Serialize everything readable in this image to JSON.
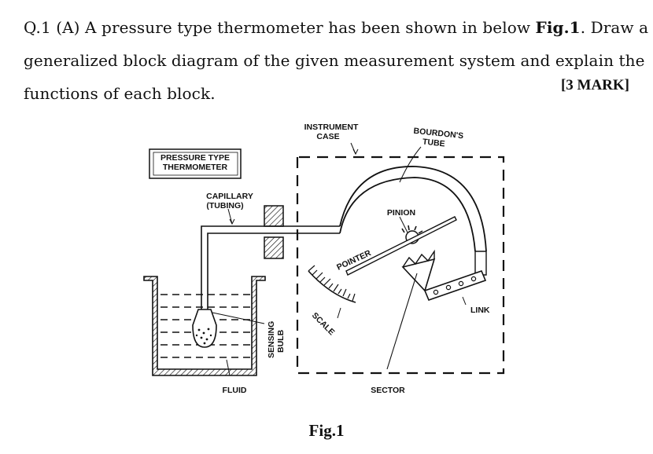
{
  "question": {
    "prefix": "Q.1 (A) A pressure type thermometer has been shown in below ",
    "fig_ref": "Fig.1",
    "line1_rest": ". Draw a",
    "line2": "generalized block diagram of the given measurement system and explain the",
    "line3": "functions of each block.",
    "marks": "[3 MARK]"
  },
  "figure": {
    "labels": {
      "instrument_case_1": "INSTRUMENT",
      "instrument_case_2": "CASE",
      "bourdon_1": "BOURDON'S",
      "bourdon_2": "TUBE",
      "title_1": "PRESSURE TYPE",
      "title_2": "THERMOMETER",
      "capillary_1": "CAPILLARY",
      "capillary_2": "(TUBING)",
      "pinion": "PINION",
      "pointer": "POINTER",
      "link": "LINK",
      "scale": "SCALE",
      "sensing_1": "SENSING",
      "sensing_2": "BULB",
      "fluid": "FLUID",
      "sector": "SECTOR"
    },
    "caption": "Fig.1"
  }
}
